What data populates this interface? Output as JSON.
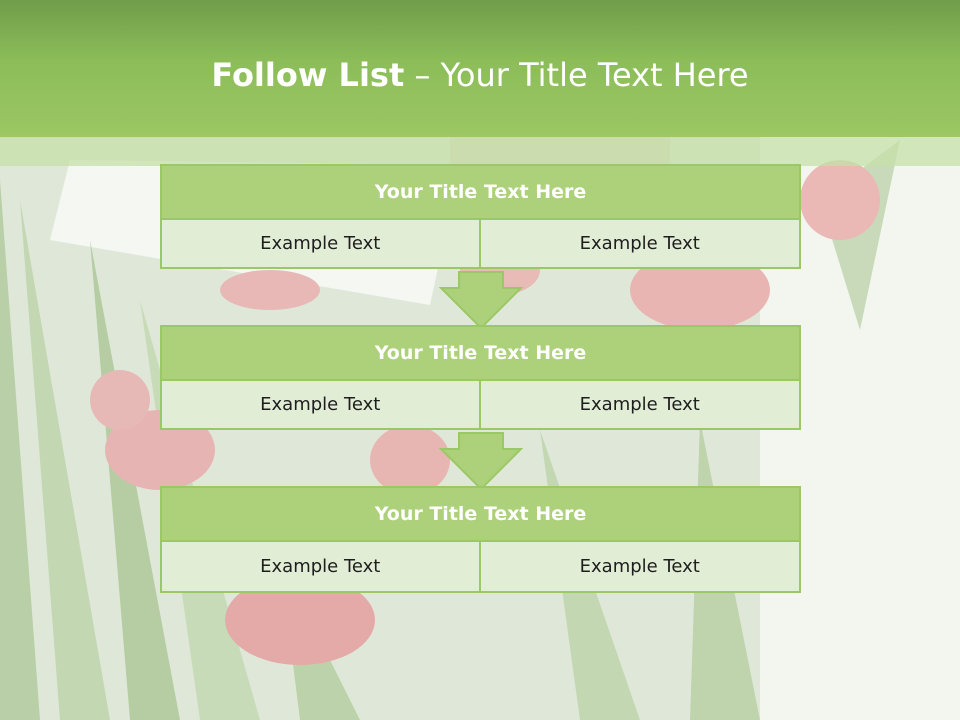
{
  "header": {
    "title_bold": "Follow List",
    "title_separator": " – ",
    "title_rest": "Your Title Text Here"
  },
  "blocks": [
    {
      "title": "Your Title Text Here",
      "left": "Example Text",
      "right": "Example Text"
    },
    {
      "title": "Your Title Text Here",
      "left": "Example Text",
      "right": "Example Text"
    },
    {
      "title": "Your Title Text Here",
      "left": "Example Text",
      "right": "Example Text"
    }
  ],
  "colors": {
    "header_green": "#8cbd59",
    "block_header_green": "#acd17a",
    "block_border": "#9bc866",
    "cell_fill": "#e2edd6",
    "arrow_fill": "#acd17a"
  }
}
